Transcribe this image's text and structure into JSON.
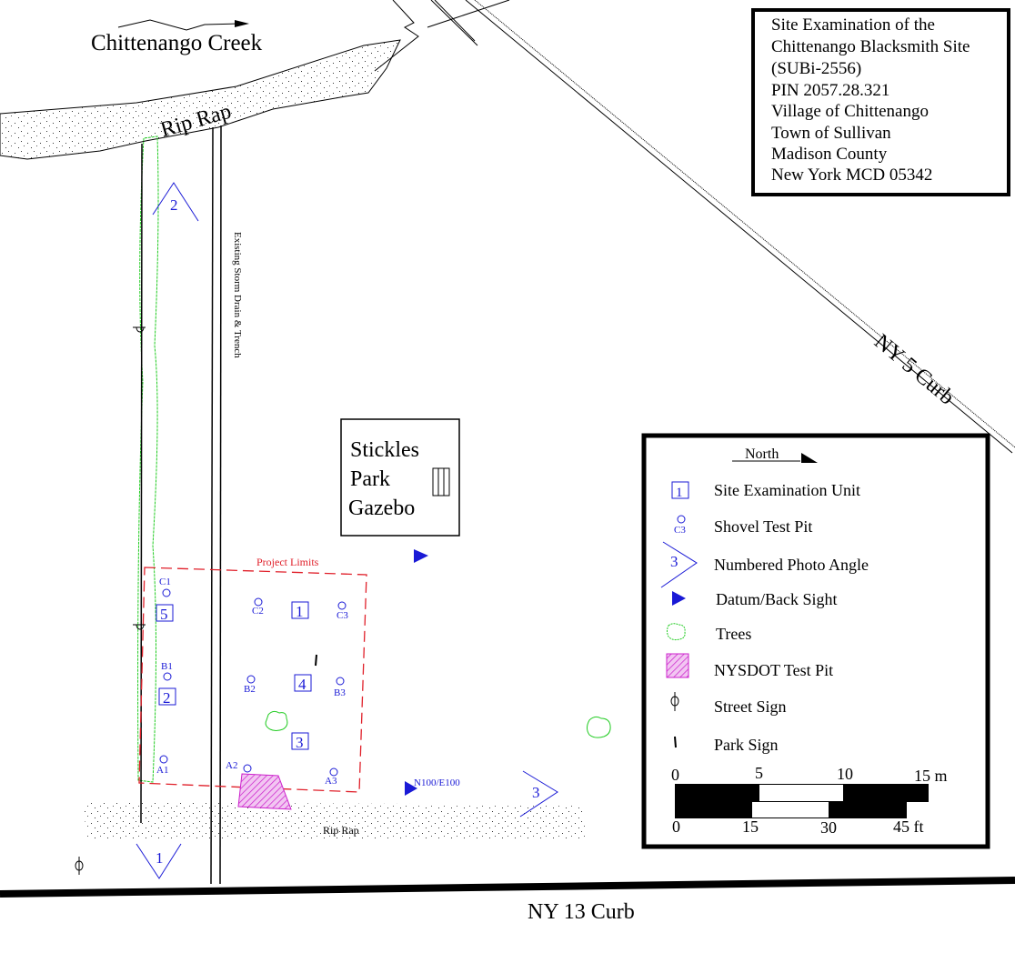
{
  "title_block": {
    "lines": [
      "Site Examination of the",
      "Chittenango Blacksmith Site",
      "(SUBi-2556)",
      "PIN 2057.28.321",
      "Village of Chittenango",
      "Town of Sullivan",
      "Madison County",
      "New York MCD 05342"
    ]
  },
  "features": {
    "creek": "Chittenango Creek",
    "rip_rap_north": "Rip Rap",
    "rip_rap_south": "Rip Rap",
    "storm_drain": "Existing Storm Drain & Trench",
    "ny5": "NY 5 Curb",
    "ny13": "NY 13  Curb",
    "gazebo": [
      "Stickles",
      "Park",
      "Gazebo"
    ],
    "project_limits": "Project Limits",
    "datum_label": "N100/E100"
  },
  "units": [
    "1",
    "2",
    "3",
    "4",
    "5"
  ],
  "shovel_tests": [
    "C1",
    "C2",
    "C3",
    "B1",
    "B2",
    "B3",
    "A1",
    "A2",
    "A3"
  ],
  "photo_angles": [
    "1",
    "2",
    "3"
  ],
  "legend": {
    "north": "North",
    "items": [
      {
        "symbol": "1",
        "label": "Site Examination Unit"
      },
      {
        "symbol": "C3",
        "label": "Shovel Test Pit"
      },
      {
        "symbol": "3",
        "label": "Numbered Photo Angle"
      },
      {
        "label": "Datum/Back Sight"
      },
      {
        "label": "Trees"
      },
      {
        "label": "NYSDOT Test Pit"
      },
      {
        "label": "Street Sign"
      },
      {
        "label": "Park Sign"
      }
    ],
    "scale_m": [
      "0",
      "5",
      "10",
      "15 m"
    ],
    "scale_ft": [
      "0",
      "15",
      "30",
      "45 ft"
    ]
  },
  "colors": {
    "units": "#1a1ad6",
    "trees": "#22cc22",
    "limits": "#e0202a",
    "nysdot": "#cc22cc"
  }
}
